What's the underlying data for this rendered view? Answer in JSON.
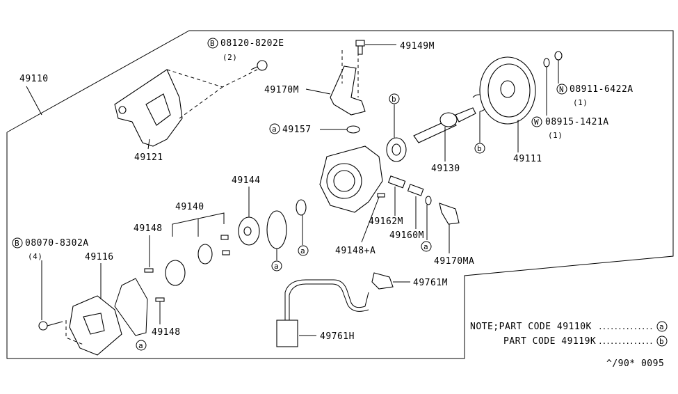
{
  "diagram": {
    "labels": {
      "assembly": "49110",
      "bolt_bracket": "08120-8202E",
      "bolt_bracket_qty": "(2)",
      "bolt_bracket_mark": "B",
      "connector_bolt": "49149M",
      "connector": "49170M",
      "oring_49157": "49157",
      "bracket": "49121",
      "nut": "08911-6422A",
      "nut_qty": "(1)",
      "nut_mark": "N",
      "washer": "08915-1421A",
      "washer_qty": "(1)",
      "washer_mark": "W",
      "shaft": "49130",
      "pulley": "49111",
      "cam_ring": "49144",
      "rotor_kit": "49140",
      "pin_upper": "49148",
      "pin_lower": "49148",
      "spring": "49162M",
      "valve": "49160M",
      "pin_a": "49148+A",
      "connector_ma": "49170MA",
      "bolt_cover": "08070-8302A",
      "bolt_cover_qty": "(4)",
      "bolt_cover_mark": "B",
      "cover": "49116",
      "switch": "49761M",
      "harness": "49761H"
    },
    "marks": {
      "a": "a",
      "b": "b"
    },
    "note": {
      "line1": "NOTE;PART CODE 49110K",
      "line1_dots": "..............",
      "line1_mark": "a",
      "line2": "PART CODE 49119K",
      "line2_dots": "..............",
      "line2_mark": "b"
    },
    "figure_code": "^/90* 0095"
  }
}
